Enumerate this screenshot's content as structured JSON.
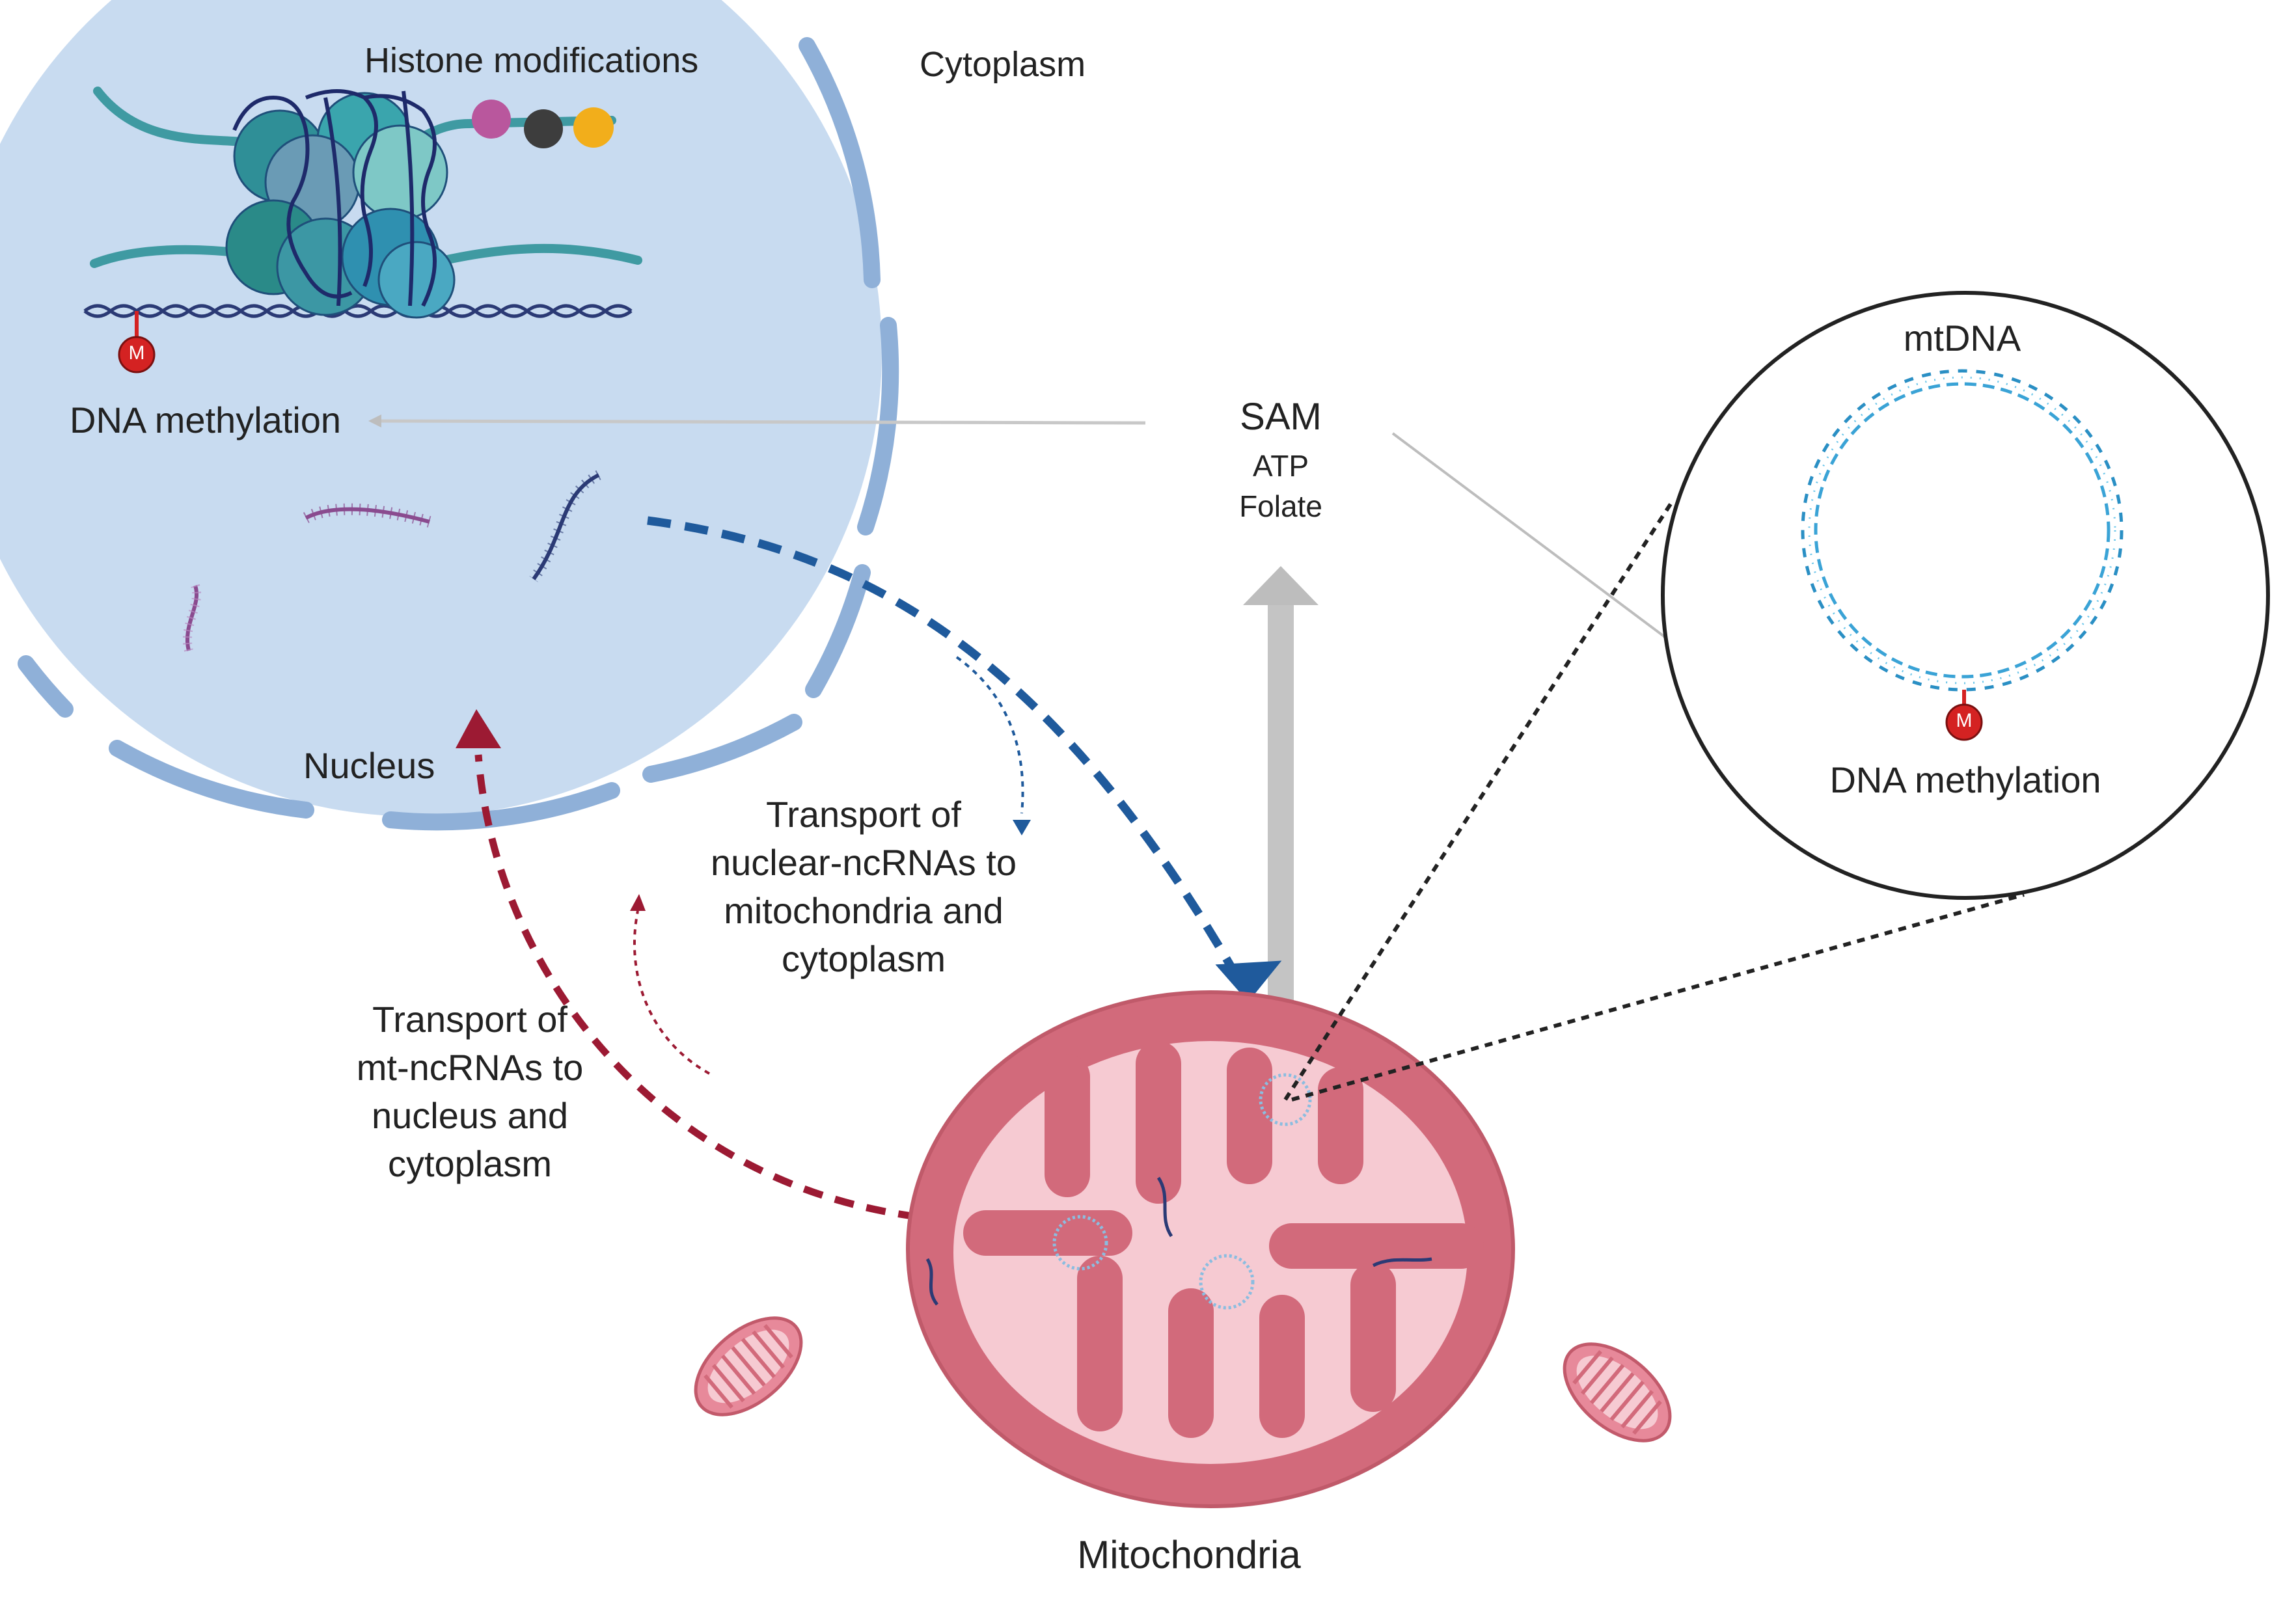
{
  "labels": {
    "histone_modifications": "Histone modifications",
    "cytoplasm": "Cytoplasm",
    "dna_methylation_nucleus": "DNA methylation",
    "nucleus": "Nucleus",
    "sam": "SAM",
    "atp": "ATP",
    "folate": "Folate",
    "mtdna": "mtDNA",
    "dna_methylation_mtdna": "DNA methylation",
    "transport_nuclear": "Transport of\nnuclear-ncRNAs to\nmitochondria and\ncytoplasm",
    "transport_mt": "Transport of\nmt-ncRNAs to\nnucleus and\ncytoplasm",
    "mitochondria": "Mitochondria",
    "methyl_mark_nucleus": "M",
    "methyl_mark_mtdna": "M"
  },
  "colors": {
    "nucleus_fill": "#c8dbf0",
    "nuclear_envelope": "#8fb0d8",
    "histone_teal": "#2a8f99",
    "mito_outer": "#d26a7b",
    "mito_inner": "#f6cad2",
    "transport_to_mito_arrow": "#1f5a9c",
    "transport_to_nucleus_arrow": "#9c1a33",
    "sam_arrow": "#bdbdbd",
    "methyl_mark": "#d42222"
  },
  "icons": [
    "nucleosome-icon",
    "methyl-group-icon",
    "ncrna-icon",
    "mitochondrion-icon",
    "mtdna-circle-icon"
  ]
}
